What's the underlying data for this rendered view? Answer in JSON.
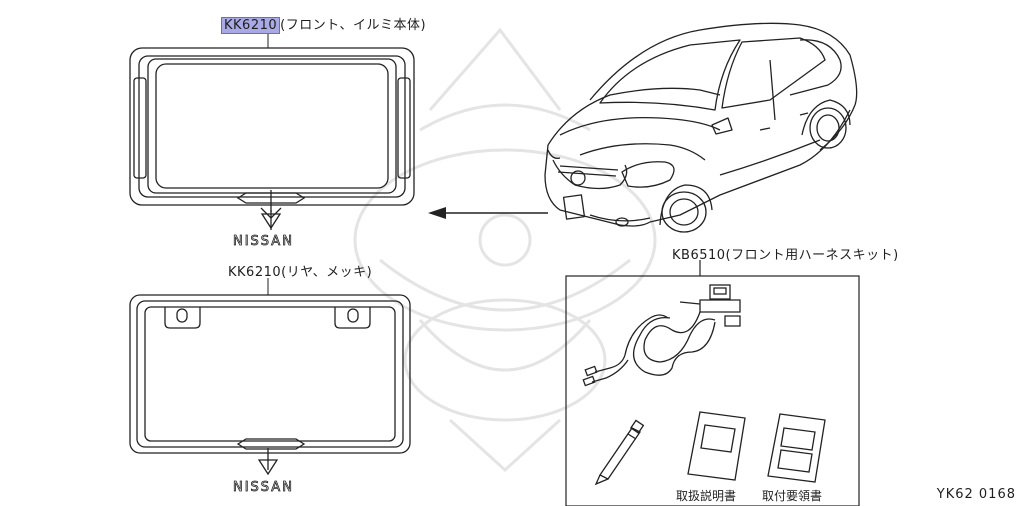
{
  "front_frame": {
    "part_code": "KK6210",
    "description": "(フロント、イルミ本体)",
    "brand": "NISSAN"
  },
  "rear_frame": {
    "part_code": "KK6210",
    "description": "(リヤ、メッキ)",
    "brand": "NISSAN"
  },
  "harness_kit": {
    "part_code": "KB6510",
    "description": "(フロント用ハーネスキット)",
    "manual_1": "取扱説明書",
    "manual_2": "取付要領書"
  },
  "diagram_code": "YK62  0168",
  "colors": {
    "line": "#222222",
    "highlight": "#a9a9e6",
    "watermark": "#e6e6e6"
  }
}
